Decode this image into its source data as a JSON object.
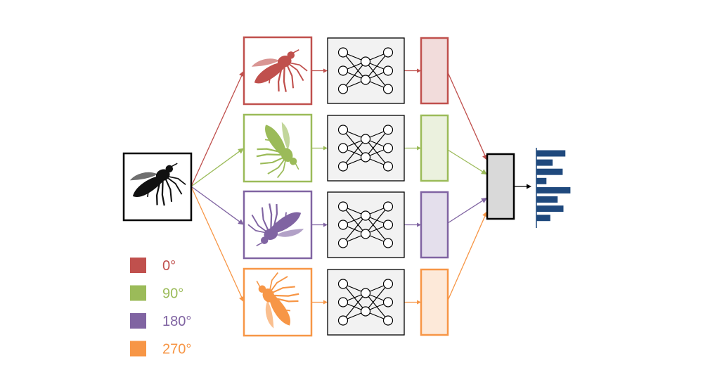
{
  "colors": {
    "branch_0": "#c0504d",
    "branch_90": "#9bbb59",
    "branch_180": "#8064a2",
    "branch_270": "#f79646",
    "feat_0": "#f2dcdb",
    "feat_90": "#ebf1de",
    "feat_180": "#e4dfec",
    "feat_270": "#fde9d9",
    "network_box": "#f2f2f2",
    "aggregator": "#d9d9d9",
    "output_bars": "#1f497d",
    "input_insect": "#111111"
  },
  "input": {
    "icon": "mosquito-icon"
  },
  "branches": [
    {
      "rotation_deg": 0,
      "color_key": "branch_0"
    },
    {
      "rotation_deg": 90,
      "color_key": "branch_90"
    },
    {
      "rotation_deg": 180,
      "color_key": "branch_180"
    },
    {
      "rotation_deg": 270,
      "color_key": "branch_270"
    }
  ],
  "legend": [
    {
      "label": "0°",
      "color_key": "branch_0"
    },
    {
      "label": "90°",
      "color_key": "branch_90"
    },
    {
      "label": "180°",
      "color_key": "branch_180"
    },
    {
      "label": "270°",
      "color_key": "branch_270"
    }
  ],
  "network": {
    "icon": "neural-network-icon",
    "layers": [
      3,
      2,
      3
    ]
  },
  "output": {
    "icon": "probability-bar-chart-icon",
    "bar_values": [
      0.75,
      0.42,
      0.68,
      0.26,
      0.88,
      0.55,
      0.7,
      0.36
    ]
  }
}
